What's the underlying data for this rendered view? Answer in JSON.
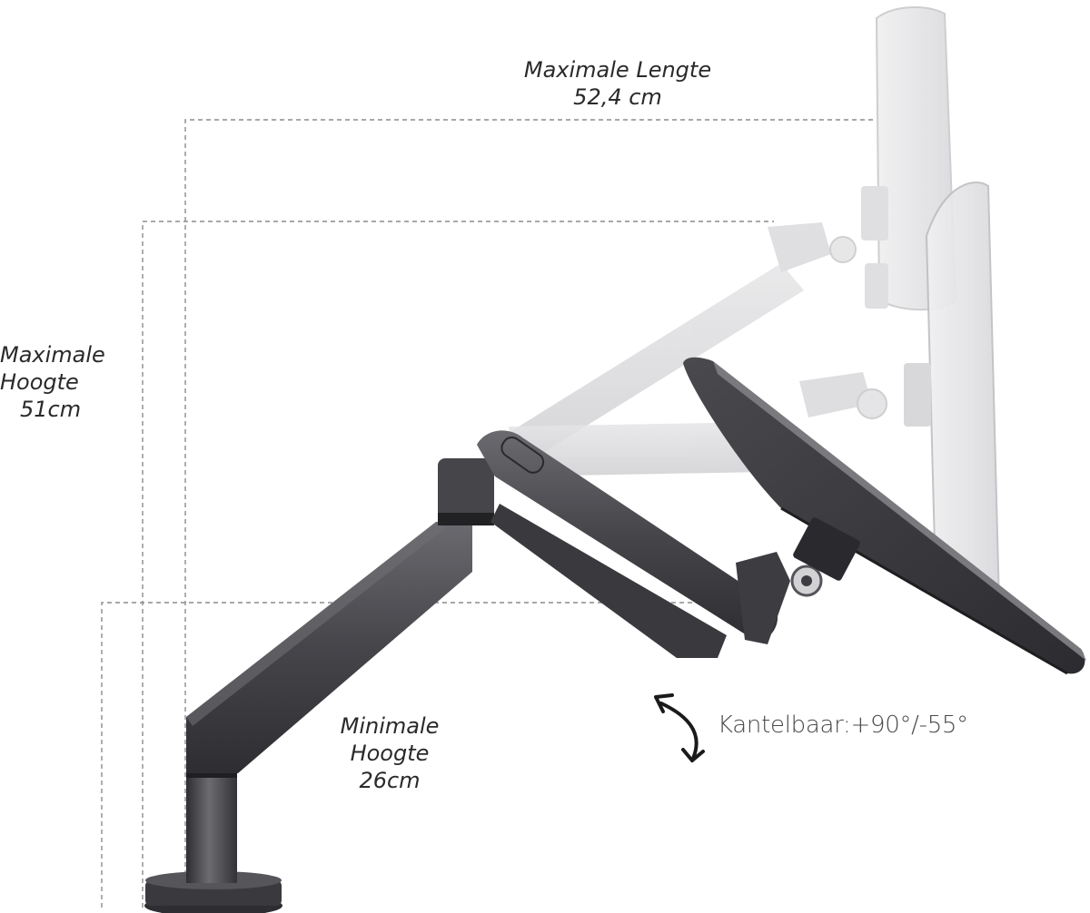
{
  "labels": {
    "max_length": {
      "line1": "Maximale Lengte",
      "line2": "52,4 cm"
    },
    "max_height": {
      "line1": "Maximale",
      "line2": "Hoogte",
      "line3": "51cm"
    },
    "min_height": {
      "line1": "Minimale",
      "line2": "Hoogte",
      "line3": "26cm"
    },
    "tilt": "Kantelbaar:+90°/-55°"
  },
  "illustration": {
    "subject": "monitor-arm",
    "positions_shown": [
      "folded",
      "extended",
      "raised-ghost"
    ],
    "icons": [
      "tilt-arrow-icon"
    ]
  },
  "colors": {
    "arm": "#3f3f43",
    "arm_highlight": "#5a5a5f",
    "ghost": "#d8d8da",
    "dimension_line": "#8c8c8c",
    "text": "#2a2a2a"
  }
}
